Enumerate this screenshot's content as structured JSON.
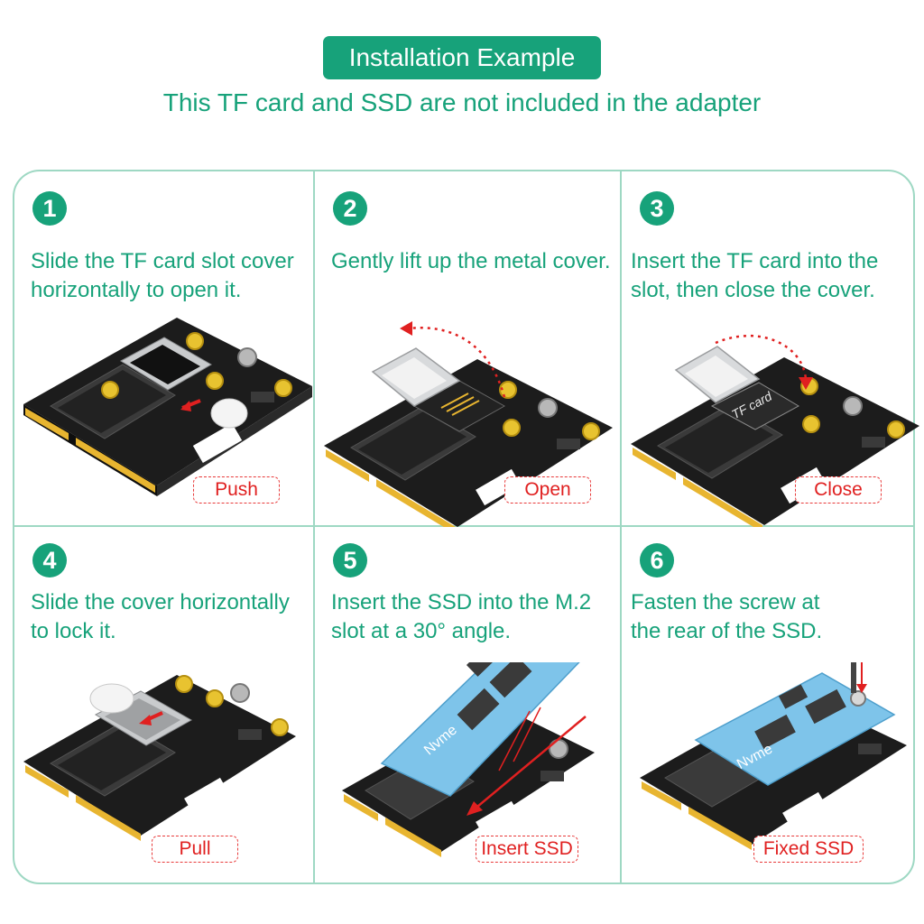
{
  "header": {
    "title": "Installation Example",
    "subtitle": "This TF card and SSD are not included in the adapter"
  },
  "steps": [
    {
      "number": "1",
      "text": "Slide the TF card slot cover\nhorizontally to open it.",
      "tag": "Push"
    },
    {
      "number": "2",
      "text": "Gently lift up the metal cover.",
      "tag": "Open"
    },
    {
      "number": "3",
      "text": "Insert the TF card into the\nslot, then close the cover.",
      "tag": "Close",
      "card_label": "TF card"
    },
    {
      "number": "4",
      "text": "Slide the cover horizontally\nto lock it.",
      "tag": "Pull"
    },
    {
      "number": "5",
      "text": "Insert the SSD into the M.2\nslot at a 30° angle.",
      "tag": "Insert SSD",
      "ssd_label": "Nvme"
    },
    {
      "number": "6",
      "text": "Fasten the screw at\nthe rear of the SSD.",
      "tag": "Fixed SSD",
      "ssd_label": "Nvme"
    }
  ],
  "colors": {
    "accent": "#17a27a",
    "border": "#9ed8c3",
    "callout_red": "#e02020",
    "pcb": "#1c1c1c",
    "gold_finger": "#e8b530",
    "ssd_blue": "#7ec4ea"
  }
}
